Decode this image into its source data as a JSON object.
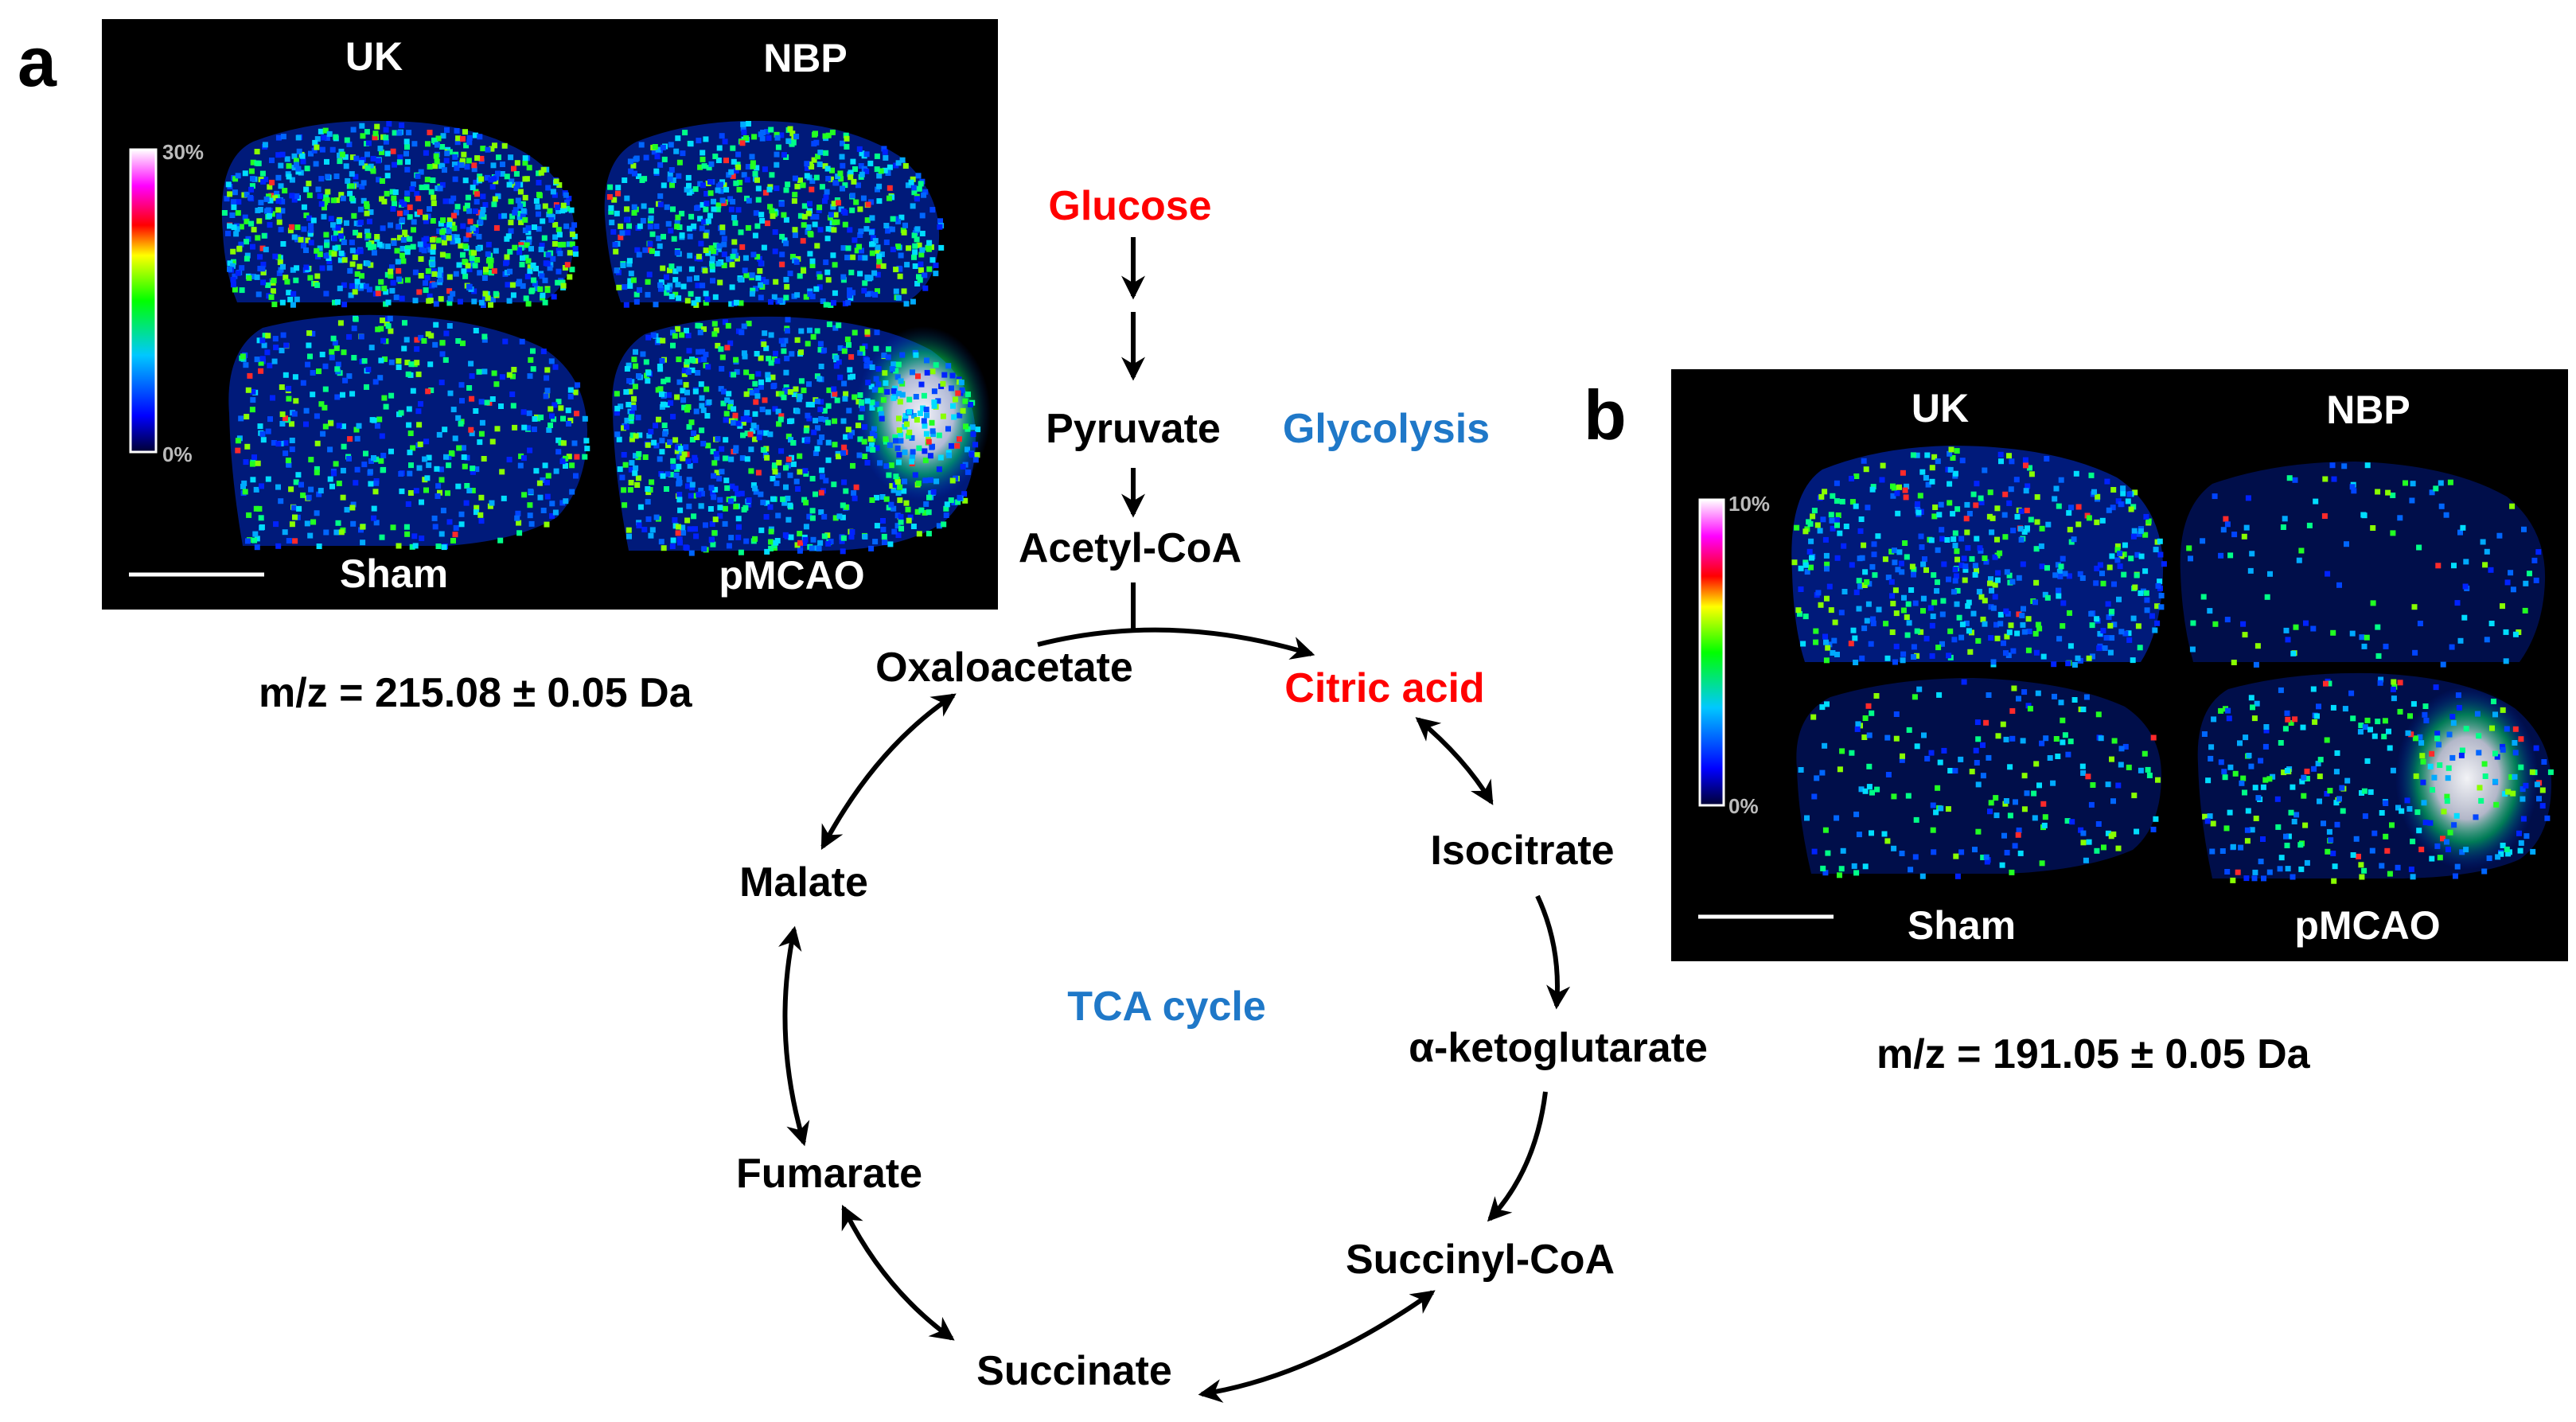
{
  "panel_a": {
    "letter": "a",
    "top_left_label": "UK",
    "top_right_label": "NBP",
    "bottom_left_label": "Sham",
    "bottom_right_label": "pMCAO",
    "scale_max": "30%",
    "scale_min": "0%",
    "mz": "m/z = 215.08 ± 0.05 Da"
  },
  "panel_b": {
    "letter": "b",
    "top_left_label": "UK",
    "top_right_label": "NBP",
    "bottom_left_label": "Sham",
    "bottom_right_label": "pMCAO",
    "scale_max": "10%",
    "scale_min": "0%",
    "mz": "m/z = 191.05 ± 0.05 Da"
  },
  "pathway": {
    "glucose": "Glucose",
    "pyruvate": "Pyruvate",
    "glycolysis": "Glycolysis",
    "acetyl_coa": "Acetyl-CoA",
    "oxaloacetate": "Oxaloacetate",
    "citric_acid": "Citric acid",
    "isocitrate": "Isocitrate",
    "alpha_ketoglutarate": "α-ketoglutarate",
    "succinyl_coa": "Succinyl-CoA",
    "succinate": "Succinate",
    "fumarate": "Fumarate",
    "malate": "Malate",
    "tca_cycle": "TCA cycle"
  },
  "colors": {
    "highlight": "#ff0000",
    "process_label": "#1f78c8",
    "text": "#000000",
    "image_background": "#000000"
  }
}
